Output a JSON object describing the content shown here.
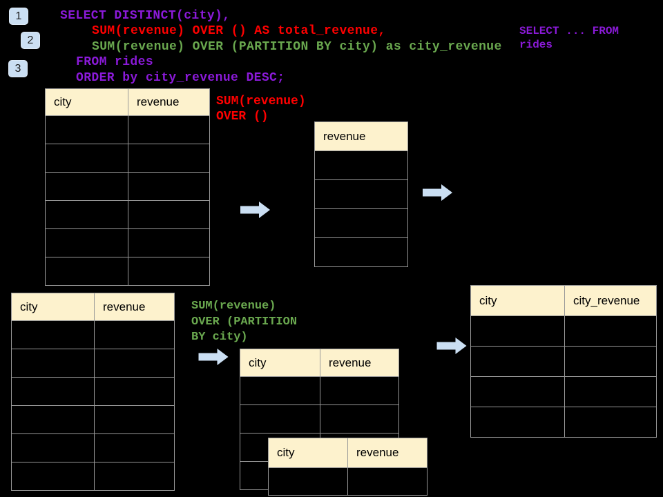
{
  "colors": {
    "background": "#000000",
    "purple": "#8B1AD9",
    "red": "#FF0000",
    "green": "#6AA84F",
    "table_header_bg": "#FDF2CD",
    "table_border": "#999999",
    "arrow_blue": "#CBDFF3",
    "badge_blue": "#CBDFF3"
  },
  "badges": [
    "1",
    "2",
    "3"
  ],
  "sql_code": {
    "lines": [
      {
        "text": "SELECT DISTINCT(city),",
        "color": "purple"
      },
      {
        "text": "SUM(revenue) OVER () AS total_revenue,",
        "color": "red"
      },
      {
        "text": "SUM(revenue) OVER (PARTITION BY city) as city_revenue",
        "color": "green"
      },
      {
        "text": "FROM rides",
        "color": "purple"
      },
      {
        "text": "ORDER by city_revenue DESC;",
        "color": "purple"
      }
    ]
  },
  "side_code": {
    "color": "purple",
    "lines": [
      "SELECT ... FROM",
      "rides"
    ]
  },
  "annotations": [
    {
      "id": "total-revenue-label",
      "color": "red",
      "lines": [
        "SUM(revenue)",
        "OVER ()"
      ]
    },
    {
      "id": "partition-label",
      "color": "green",
      "lines": [
        "SUM(revenue)",
        "OVER (PARTITION",
        "BY city)"
      ]
    }
  ],
  "tables": [
    {
      "name": "rides-source-table-top",
      "columns": [
        "city",
        "revenue"
      ],
      "empty_rows": 6
    },
    {
      "name": "total-revenue-window-table",
      "columns": [
        "revenue"
      ],
      "empty_rows": 4
    },
    {
      "name": "rides-source-table-bottom",
      "columns": [
        "city",
        "revenue"
      ],
      "empty_rows": 6
    },
    {
      "name": "partition-window-table-back",
      "columns": [
        "city",
        "revenue"
      ],
      "empty_rows": 4
    },
    {
      "name": "partition-window-table-front",
      "columns": [
        "city",
        "revenue"
      ],
      "empty_rows": 1
    },
    {
      "name": "city-revenue-result-table",
      "columns": [
        "city",
        "city_revenue"
      ],
      "empty_rows": 4
    }
  ],
  "arrows": [
    "right-arrow",
    "right-arrow",
    "right-arrow",
    "right-arrow"
  ]
}
